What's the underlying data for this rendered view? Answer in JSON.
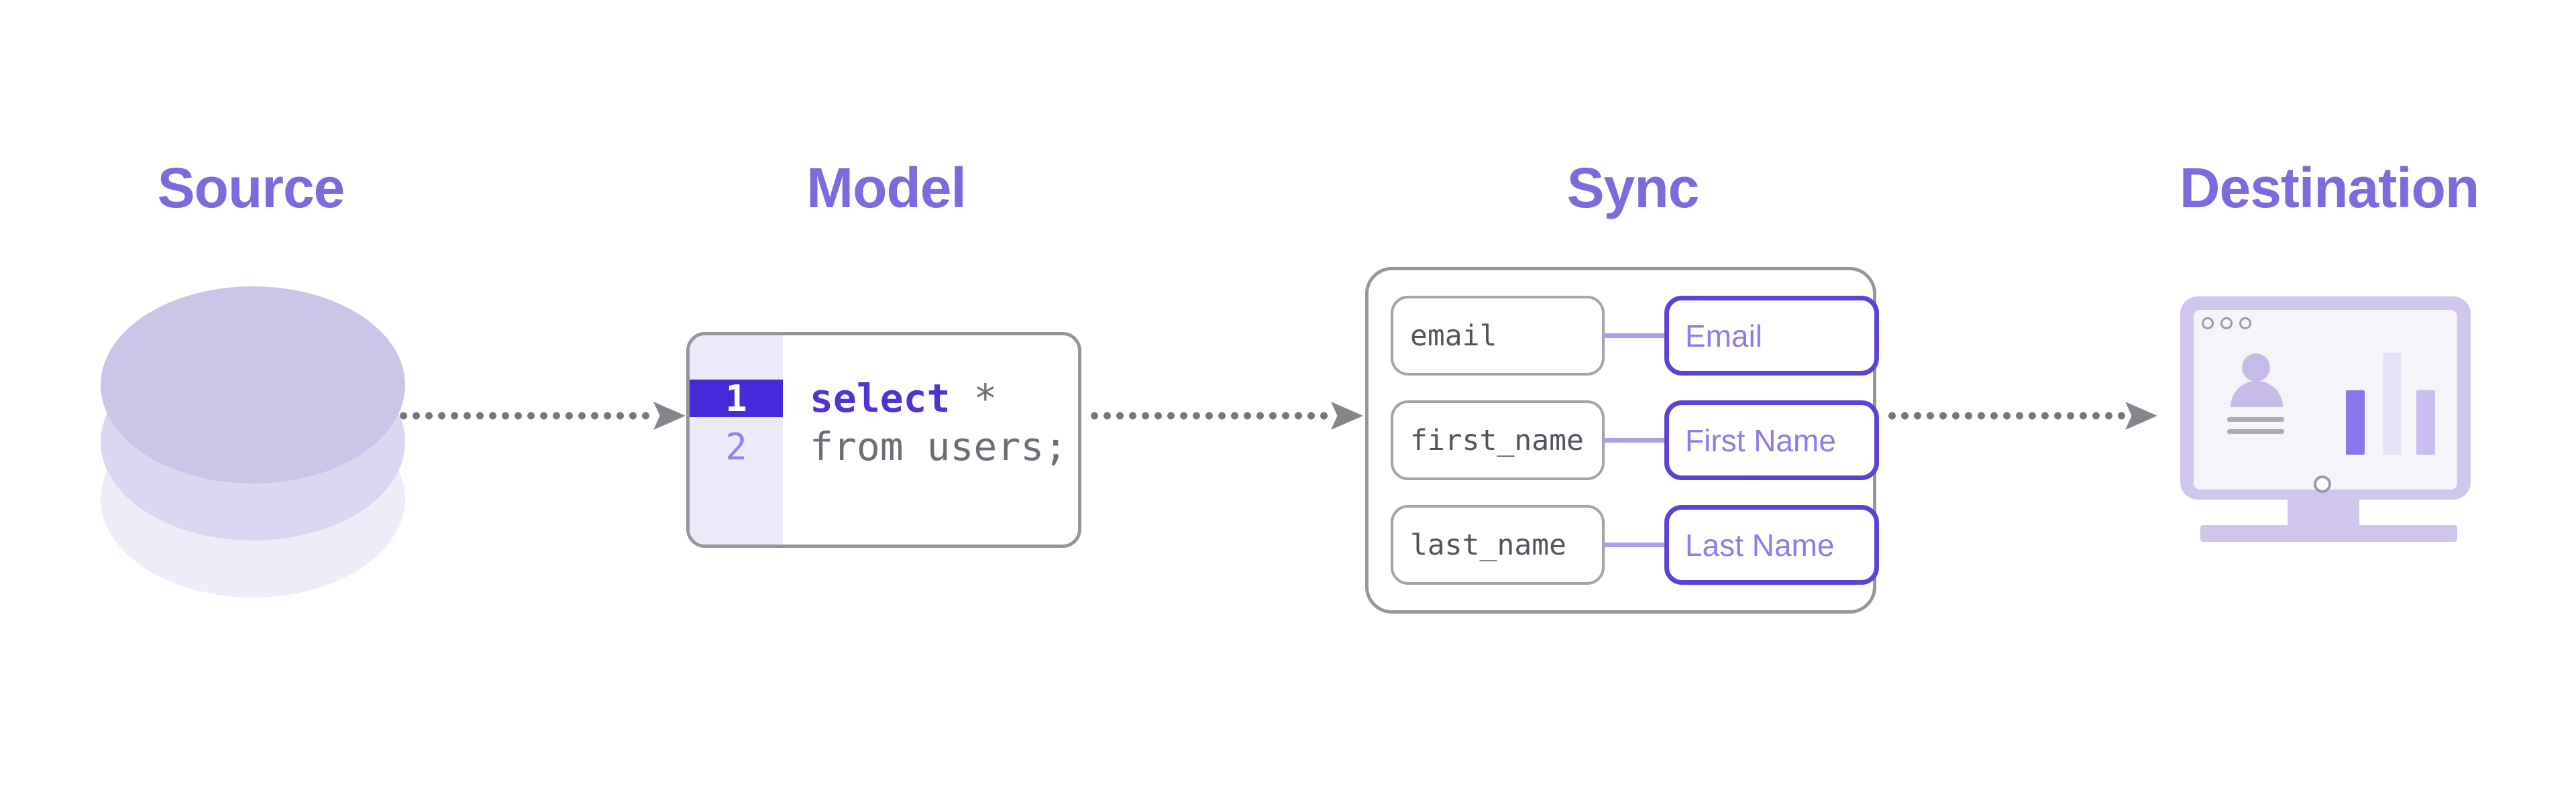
{
  "stages": {
    "source": "Source",
    "model": "Model",
    "sync": "Sync",
    "destination": "Destination"
  },
  "model_editor": {
    "line_numbers": [
      "1",
      "2"
    ],
    "code": {
      "keyword": "select",
      "line1_rest": " *",
      "line2": "from users;"
    }
  },
  "sync_mappings": [
    {
      "source_field": "email",
      "destination_label": "Email"
    },
    {
      "source_field": "first_name",
      "destination_label": "First Name"
    },
    {
      "source_field": "last_name",
      "destination_label": "Last Name"
    }
  ],
  "colors": {
    "accent": "#7C6ADF",
    "db-top": "#CBC3E8",
    "db-mid": "#DDD6F2",
    "db-bottom": "#F0EDFA",
    "box-border": "#97969E",
    "gutter-bg": "#EDEAFA",
    "highlight": "#4629D9",
    "line-num": "#9183E8",
    "code-keyword": "#4B36D4",
    "code-text": "#6E6D75",
    "dot": "#77767C",
    "arrowhead": "#85858B",
    "field-border": "#A4A3AB",
    "field-text": "#55525C",
    "connector": "#AB9FE9",
    "map-border": "#5B43D8",
    "map-text": "#8D7DE8",
    "monitor-frame": "#CFC5ED",
    "screen-bg": "#F5F4F8",
    "person": "#C5BAE8",
    "detail-line": "#ACAAB2",
    "bar1": "#8B77EA",
    "bar2": "#E7E2F9",
    "bar3": "#CABDF3",
    "ring": "#9D99A8"
  }
}
